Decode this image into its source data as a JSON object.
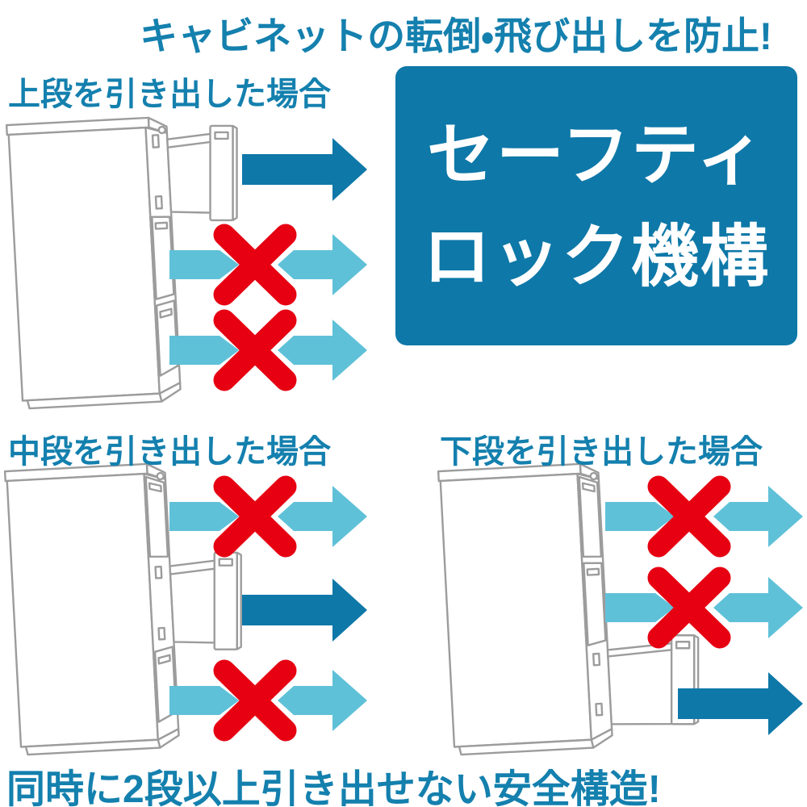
{
  "header": {
    "title": "キャビネットの転倒・飛び出しを防止!"
  },
  "safety_badge": {
    "line1": "セーフティ",
    "line2": "ロック機構"
  },
  "sections": {
    "top": {
      "label": "上段を引き出した場合",
      "open_drawer": "上段",
      "rows": [
        {
          "drawer": "上段",
          "status": "allowed"
        },
        {
          "drawer": "中段",
          "status": "blocked"
        },
        {
          "drawer": "下段",
          "status": "blocked"
        }
      ]
    },
    "middle": {
      "label": "中段を引き出した場合",
      "open_drawer": "中段",
      "rows": [
        {
          "drawer": "上段",
          "status": "blocked"
        },
        {
          "drawer": "中段",
          "status": "allowed"
        },
        {
          "drawer": "下段",
          "status": "blocked"
        }
      ]
    },
    "bottom": {
      "label": "下段を引き出した場合",
      "open_drawer": "下段",
      "rows": [
        {
          "drawer": "上段",
          "status": "blocked"
        },
        {
          "drawer": "中段",
          "status": "blocked"
        },
        {
          "drawer": "下段",
          "status": "allowed"
        }
      ]
    }
  },
  "footer": {
    "text": "同時に2段以上引き出せない安全構造!"
  },
  "colors": {
    "accent_teal_text": "#1480ae",
    "deep_blue": "#0e78a8",
    "light_blue": "#5fc1d8",
    "alert_red": "#e60012",
    "cabinet_line_gray": "#9c9c9c",
    "badge_text": "#ffffff"
  }
}
